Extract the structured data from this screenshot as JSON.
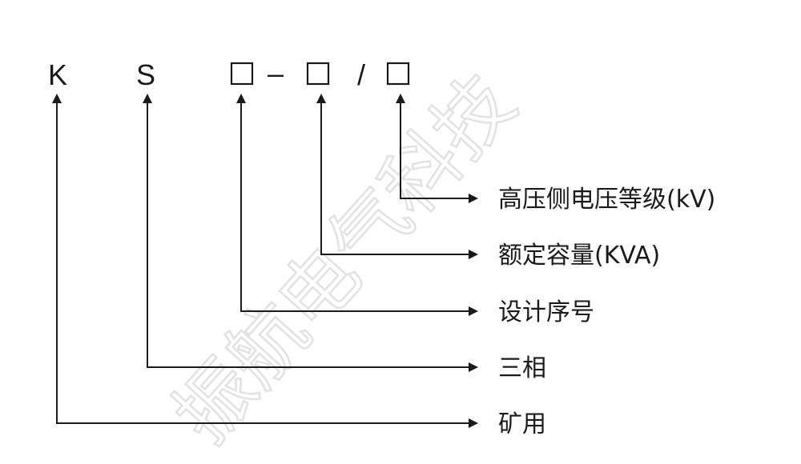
{
  "code": {
    "k": "K",
    "s": "S",
    "dash": "–",
    "slash": "/"
  },
  "labels": {
    "voltage": "高压侧电压等级(kV)",
    "capacity": "额定容量(KVA)",
    "design": "设计序号",
    "phase": "三相",
    "mining": "矿用"
  },
  "watermark": "振航电气科技"
}
